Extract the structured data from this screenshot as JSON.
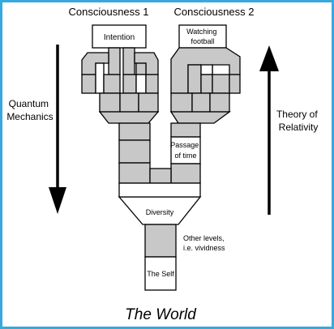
{
  "labels": {
    "consciousness_1": "Consciousness 1",
    "consciousness_2": "Consciousness 2",
    "intention": "Intention",
    "watching_football": [
      "Watching",
      "football"
    ],
    "quantum_mechanics": [
      "Quantum",
      "Mechanics"
    ],
    "theory_of_relativity": [
      "Theory of",
      "Relativity"
    ],
    "passage_of_time": [
      "Passage",
      "of time"
    ],
    "diversity": "Diversity",
    "other_levels": [
      "Other levels,",
      "i.e. vividness"
    ],
    "the_self": "The Self",
    "the_world": "The World"
  },
  "colors": {
    "border": "#37a9df",
    "cell_fill": "#c8c8c8",
    "stroke": "#000000",
    "background": "#ffffff"
  },
  "icons": {
    "left_arrow": "arrow-down",
    "right_arrow": "arrow-up"
  }
}
